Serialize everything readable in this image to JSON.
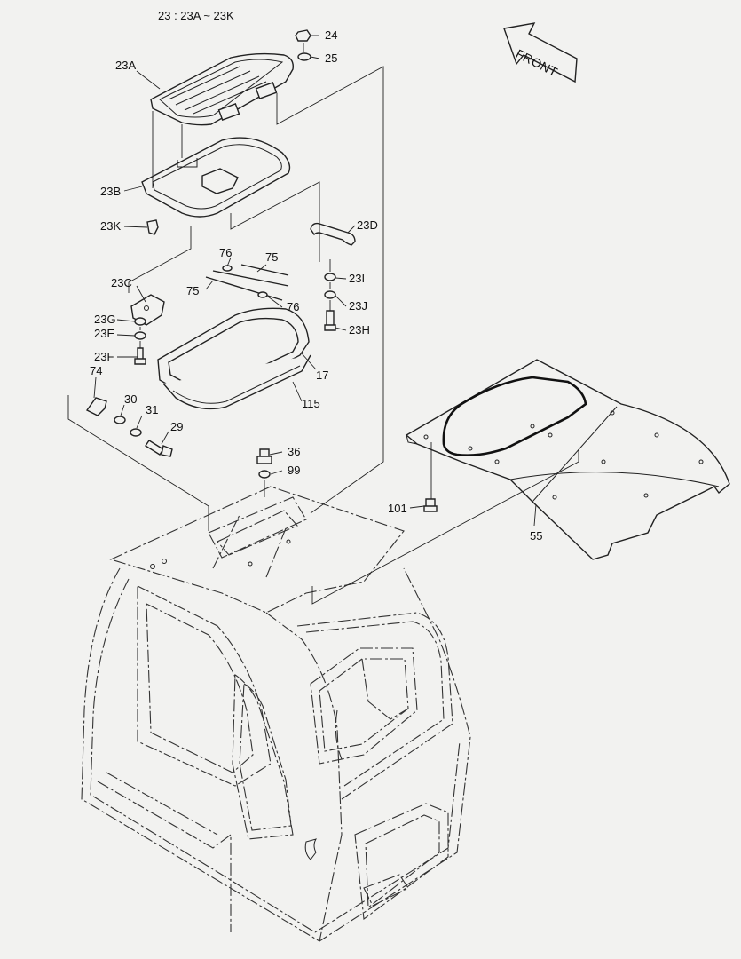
{
  "header": {
    "note": "23 : 23A ~ 23K"
  },
  "direction": {
    "label": "FRONT"
  },
  "callouts": [
    {
      "id": "24",
      "text": "24"
    },
    {
      "id": "25",
      "text": "25"
    },
    {
      "id": "23A",
      "text": "23A"
    },
    {
      "id": "23B",
      "text": "23B"
    },
    {
      "id": "23K",
      "text": "23K"
    },
    {
      "id": "23D",
      "text": "23D"
    },
    {
      "id": "76a",
      "text": "76"
    },
    {
      "id": "75a",
      "text": "75"
    },
    {
      "id": "75b",
      "text": "75"
    },
    {
      "id": "76b",
      "text": "76"
    },
    {
      "id": "23C",
      "text": "23C"
    },
    {
      "id": "23I",
      "text": "23I"
    },
    {
      "id": "23J",
      "text": "23J"
    },
    {
      "id": "23H",
      "text": "23H"
    },
    {
      "id": "23G",
      "text": "23G"
    },
    {
      "id": "23E",
      "text": "23E"
    },
    {
      "id": "23F",
      "text": "23F"
    },
    {
      "id": "17",
      "text": "17"
    },
    {
      "id": "74",
      "text": "74"
    },
    {
      "id": "115",
      "text": "115"
    },
    {
      "id": "30",
      "text": "30"
    },
    {
      "id": "31",
      "text": "31"
    },
    {
      "id": "29",
      "text": "29"
    },
    {
      "id": "36",
      "text": "36"
    },
    {
      "id": "99",
      "text": "99"
    },
    {
      "id": "101",
      "text": "101"
    },
    {
      "id": "55",
      "text": "55"
    }
  ],
  "parts": [
    {
      "name": "hatch-cover-23a",
      "icon": "hatch-cover"
    },
    {
      "name": "hatch-frame-23b",
      "icon": "hatch-frame"
    },
    {
      "name": "handle-23d",
      "icon": "handle"
    },
    {
      "name": "bracket-23c",
      "icon": "bracket"
    },
    {
      "name": "seal-frame-17",
      "icon": "seal-frame"
    },
    {
      "name": "gasket-115",
      "icon": "gasket"
    },
    {
      "name": "stay-rod-75",
      "icon": "stay-rod"
    },
    {
      "name": "latch-74",
      "icon": "latch"
    },
    {
      "name": "roof-cover-55",
      "icon": "roof-panel"
    },
    {
      "name": "cab-frame",
      "icon": "cab"
    }
  ]
}
